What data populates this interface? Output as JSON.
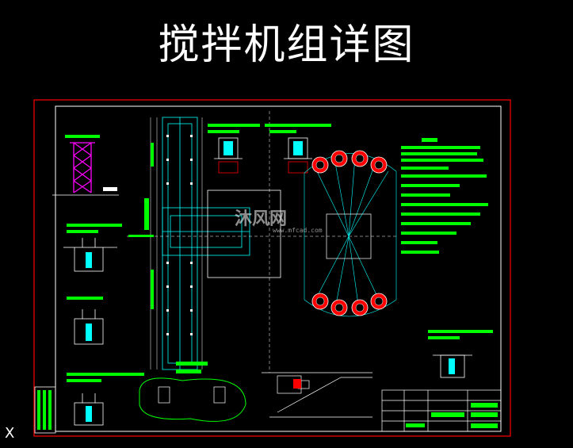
{
  "drawing": {
    "title": "搅拌机组详图",
    "watermark": "沐风网",
    "watermark_url": "www.mfcad.com",
    "ucs_marker": "X"
  },
  "colors": {
    "background": "#000000",
    "frame": "#ff0000",
    "border": "#ffffff",
    "annotation": "#00ff00",
    "structure": "#00ffff",
    "highlight": "#ff00ff",
    "fill": "#ff0000"
  }
}
